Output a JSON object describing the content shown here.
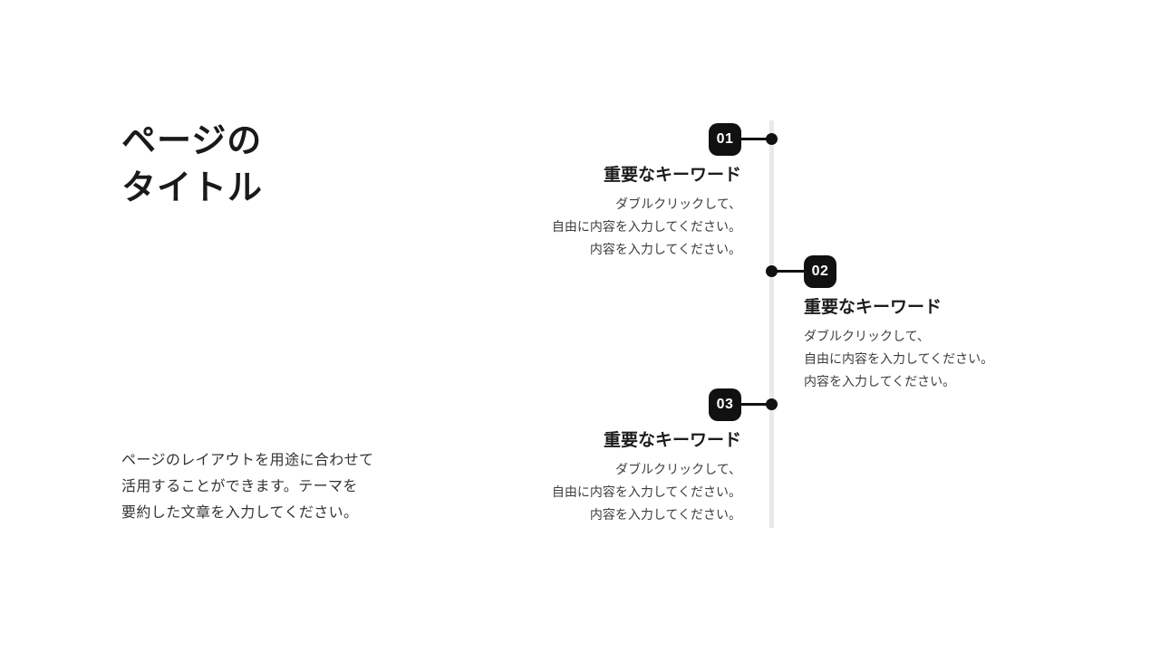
{
  "slide": {
    "title_lines": [
      "ページの",
      "タイトル"
    ],
    "summary_lines": [
      "ページのレイアウトを用途に合わせて",
      "活用することができます。テーマを",
      "要約した文章を入力してください。"
    ]
  },
  "timeline": {
    "items": [
      {
        "number": "01",
        "side": "left",
        "heading": "重要なキーワード",
        "body_lines": [
          "ダブルクリックして、",
          "自由に内容を入力してください。",
          "内容を入力してください。"
        ]
      },
      {
        "number": "02",
        "side": "right",
        "heading": "重要なキーワード",
        "body_lines": [
          "ダブルクリックして、",
          "自由に内容を入力してください。",
          "内容を入力してください。"
        ]
      },
      {
        "number": "03",
        "side": "left",
        "heading": "重要なキーワード",
        "body_lines": [
          "ダブルクリックして、",
          "自由に内容を入力してください。",
          "内容を入力してください。"
        ]
      }
    ]
  },
  "colors": {
    "badge_bg": "#111111",
    "badge_text": "#ffffff",
    "timeline_line": "#e9e9e9",
    "heading_text": "#1c1c1c",
    "body_text": "#3d3d3d"
  }
}
